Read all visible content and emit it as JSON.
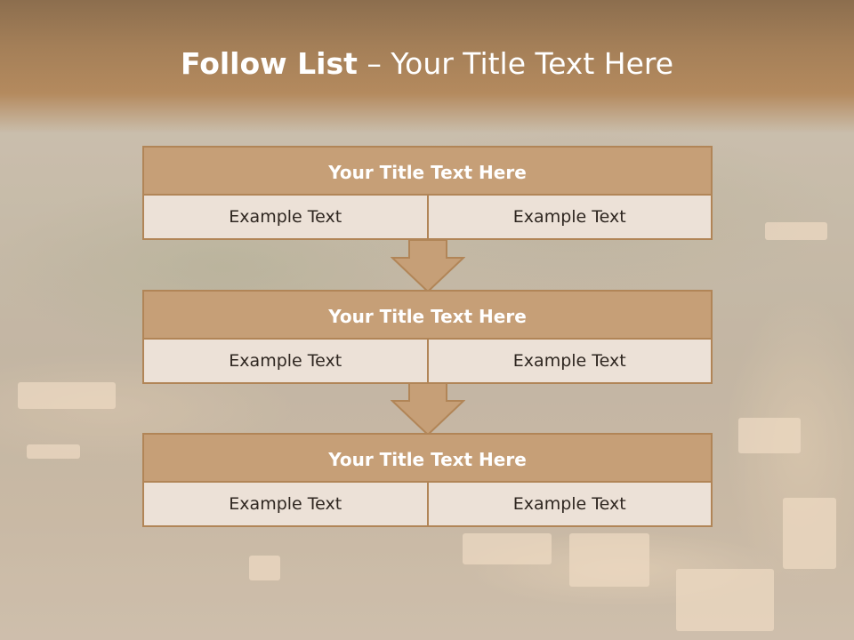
{
  "slide": {
    "title_bold": "Follow List",
    "title_rest": " – Your Title Text Here"
  },
  "blocks": [
    {
      "title": "Your Title Text Here",
      "left": "Example Text",
      "right": "Example Text"
    },
    {
      "title": "Your Title Text Here",
      "left": "Example Text",
      "right": "Example Text"
    },
    {
      "title": "Your Title Text Here",
      "left": "Example Text",
      "right": "Example Text"
    }
  ],
  "colors": {
    "header": "#a47f58",
    "block_title_fill": "#c69f77",
    "block_border": "#b18557",
    "cell_fill": "#ece1d7",
    "arrow_fill": "#c69f77"
  }
}
